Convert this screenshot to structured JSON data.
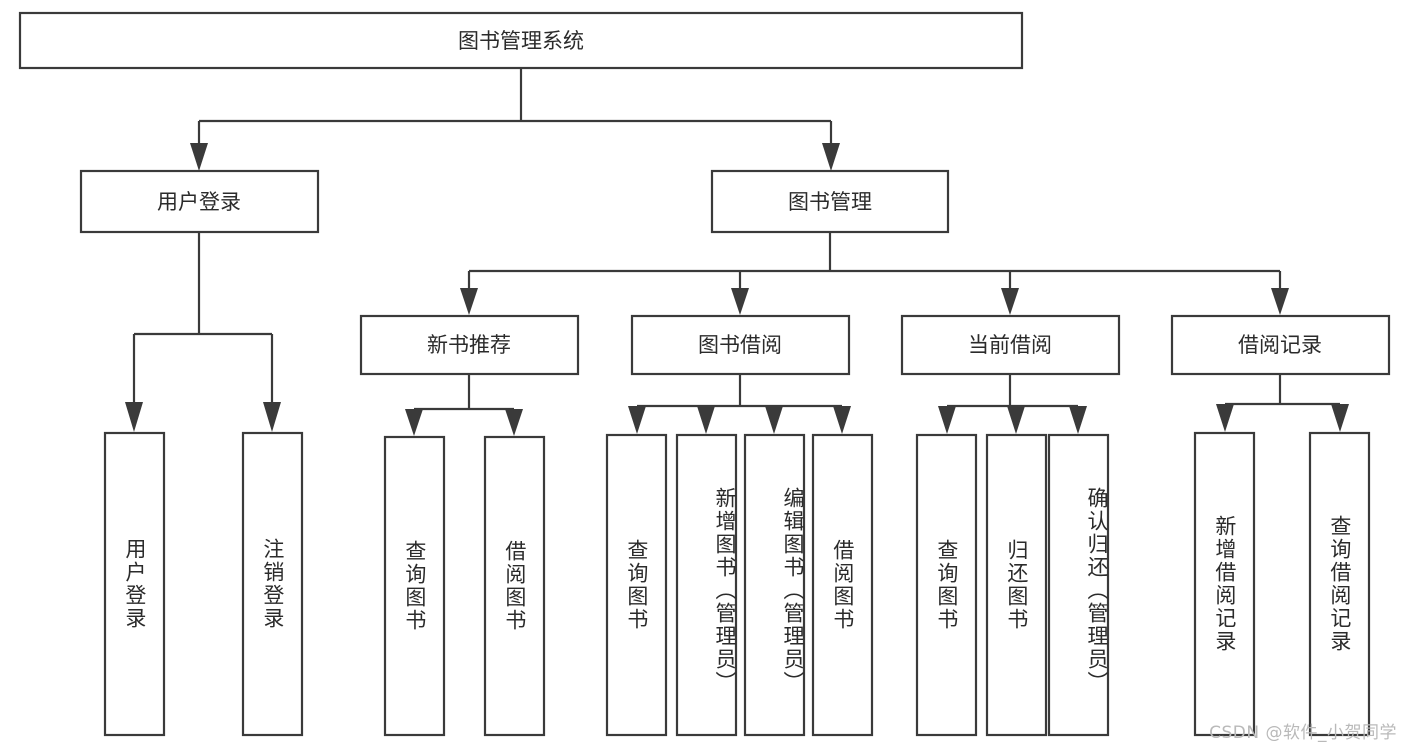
{
  "diagram": {
    "type": "hierarchy-tree",
    "title": "图书管理系统",
    "watermark": "CSDN @软件_小贺同学",
    "root": {
      "label": "图书管理系统"
    },
    "level2": [
      {
        "label": "用户登录"
      },
      {
        "label": "图书管理"
      }
    ],
    "level3": [
      {
        "label": "新书推荐"
      },
      {
        "label": "图书借阅"
      },
      {
        "label": "当前借阅"
      },
      {
        "label": "借阅记录"
      }
    ],
    "leaves": {
      "user_login": [
        {
          "label": "用户登录"
        },
        {
          "label": "注销登录"
        }
      ],
      "new_book_recommend": [
        {
          "label": "查询图书"
        },
        {
          "label": "借阅图书"
        }
      ],
      "book_borrow": [
        {
          "label": "查询图书"
        },
        {
          "label": "新增图书（管理员）"
        },
        {
          "label": "编辑图书（管理员）"
        },
        {
          "label": "借阅图书"
        }
      ],
      "current_borrow": [
        {
          "label": "查询图书"
        },
        {
          "label": "归还图书"
        },
        {
          "label": "确认归还（管理员）"
        }
      ],
      "borrow_records": [
        {
          "label": "新增借阅记录"
        },
        {
          "label": "查询借阅记录"
        }
      ]
    },
    "colors": {
      "stroke": "#3a3a3a",
      "fill": "#ffffff",
      "text": "#2b2b2b",
      "watermark": "#b9b9b9"
    }
  }
}
